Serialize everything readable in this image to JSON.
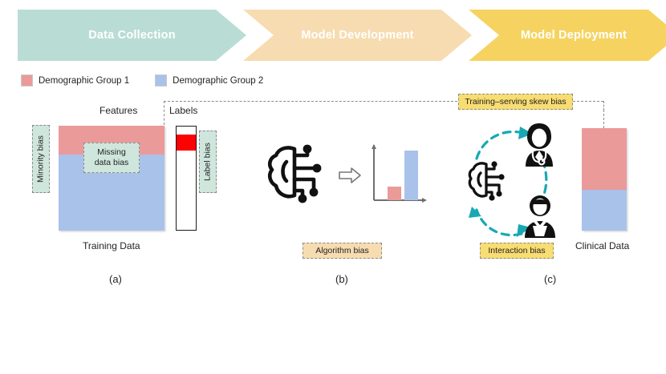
{
  "figure": {
    "caption_labels": [
      "(a)",
      "(b)",
      "(c)"
    ]
  },
  "pipeline": {
    "stages": [
      {
        "label": "Data Collection",
        "color": "#b9ddd4"
      },
      {
        "label": "Model Development",
        "color": "#f6dcb0"
      },
      {
        "label": "Model Deployment",
        "color": "#f6d361"
      }
    ]
  },
  "legend": {
    "items": [
      {
        "label": "Demographic Group 1",
        "color": "#eb9a9a"
      },
      {
        "label": "Demographic Group 2",
        "color": "#a9c2ea"
      }
    ]
  },
  "panel_a": {
    "features_header": "Features",
    "labels_header": "Labels",
    "caption": "Training Data",
    "biases": {
      "minority": "Minority bias",
      "missing_data": "Missing\ndata bias",
      "missing_data_line1": "Missing",
      "missing_data_line2": "data bias",
      "label": "Label bias"
    },
    "colors": {
      "group1": "#eb9a9a",
      "group2": "#a9c2ea",
      "label_highlight": "#fb0303",
      "callout": "#cfe6dd"
    },
    "panel_letter": "(a)"
  },
  "panel_b": {
    "bias": "Algorithm bias",
    "icons": [
      "ai-brain-icon",
      "block-arrow-icon",
      "bar-chart-icon"
    ],
    "callout_color": "#f6dcb0",
    "panel_letter": "(b)"
  },
  "panel_c": {
    "bias_top": "Training–serving skew bias",
    "bias_bottom": "Interaction bias",
    "clinical_caption": "Clinical Data",
    "icons": [
      "ai-brain-icon",
      "doctor-icon",
      "patient-icon",
      "cycle-arrows-icon"
    ],
    "callout_color": "#f7dd72",
    "cycle_color": "#17a8b4",
    "panel_letter": "(c)"
  },
  "chart_data": {
    "type": "bar",
    "title": "",
    "categories": [
      "Demographic Group 1",
      "Demographic Group 2"
    ],
    "values": [
      25,
      90
    ],
    "ylim": [
      0,
      100
    ],
    "xlabel": "",
    "ylabel": "",
    "grid": false,
    "legend": "none",
    "series_colors": [
      "#eb9a9a",
      "#a9c2ea"
    ],
    "related_stacks": [
      {
        "name": "Training Data",
        "segments": [
          {
            "group": "Demographic Group 1",
            "fraction": 0.275
          },
          {
            "group": "Demographic Group 2",
            "fraction": 0.725
          }
        ]
      },
      {
        "name": "Clinical Data",
        "segments": [
          {
            "group": "Demographic Group 1",
            "fraction": 0.6
          },
          {
            "group": "Demographic Group 2",
            "fraction": 0.4
          }
        ]
      },
      {
        "name": "Labels",
        "segments": [
          {
            "group": "label-highlight",
            "fraction": 0.155
          },
          {
            "group": "unlabeled",
            "fraction": 0.845
          }
        ]
      }
    ]
  }
}
